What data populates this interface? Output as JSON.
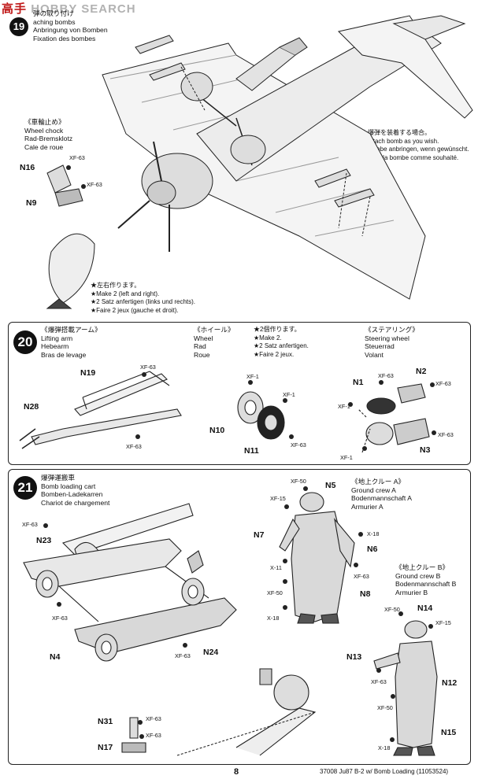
{
  "watermark": {
    "cn": "高手",
    "en": "HOBBY SEARCH"
  },
  "top": {
    "attaching": [
      "弾の取り付け",
      "aching bombs",
      "Anbringung von Bomben",
      "Fixation des bombes"
    ],
    "wheel_chock": [
      "《車輪止め》",
      "Wheel chock",
      "Rad-Bremsklotz",
      "Cale de roue"
    ],
    "attach_note": [
      "★爆弾を装着する場合。",
      "★Attach bomb as you wish.",
      "★Bombe anbringen, wenn gewünscht.",
      "★Fixer la bombe comme souhaité."
    ],
    "make2_note": [
      "★左右作ります。",
      "★Make 2 (left and right).",
      "★2 Satz anfertigen (links und rechts).",
      "★Faire 2 jeux (gauche et droit)."
    ],
    "parts": {
      "n16": "N16",
      "n9": "N9"
    },
    "xf": "XF-63"
  },
  "step20": {
    "number": "20",
    "lifting_arm": [
      "《爆弾搭載アーム》",
      "Lifting arm",
      "Hebearm",
      "Bras de levage"
    ],
    "wheel": [
      "《ホイール》",
      "Wheel",
      "Rad",
      "Roue"
    ],
    "make2": [
      "★2個作ります。",
      "★Make 2.",
      "★2 Satz anfertigen.",
      "★Faire 2 jeux."
    ],
    "steering": [
      "《ステアリング》",
      "Steering wheel",
      "Steuerrad",
      "Volant"
    ],
    "parts": {
      "n19": "N19",
      "n28": "N28",
      "n10": "N10",
      "n11": "N11",
      "n1": "N1",
      "n2": "N2",
      "n3": "N3"
    },
    "xf63": "XF-63",
    "xf1": "XF-1"
  },
  "step21": {
    "number": "21",
    "cart": [
      "爆弾運搬車",
      "Bomb loading cart",
      "Bomben-Ladekarren",
      "Chariot de chargement"
    ],
    "crew_a": [
      "《地上クルー A》",
      "Ground crew A",
      "Bodenmannschaft A",
      "Armurier A"
    ],
    "crew_b": [
      "《地上クルー B》",
      "Ground crew B",
      "Bodenmannschaft B",
      "Armurier B"
    ],
    "parts": {
      "n23": "N23",
      "n4": "N4",
      "n24": "N24",
      "n31": "N31",
      "n17": "N17",
      "n5": "N5",
      "n7": "N7",
      "n6": "N6",
      "n8": "N8",
      "n14": "N14",
      "n13": "N13",
      "n12": "N12",
      "n15": "N15"
    },
    "xf63": "XF-63",
    "xf50": "XF-50",
    "xf15": "XF-15",
    "x18": "X-18",
    "x11": "X-11"
  },
  "footer": {
    "page": "8",
    "title": "37008  Ju87 B-2 w/ Bomb Loading (11053524)"
  }
}
